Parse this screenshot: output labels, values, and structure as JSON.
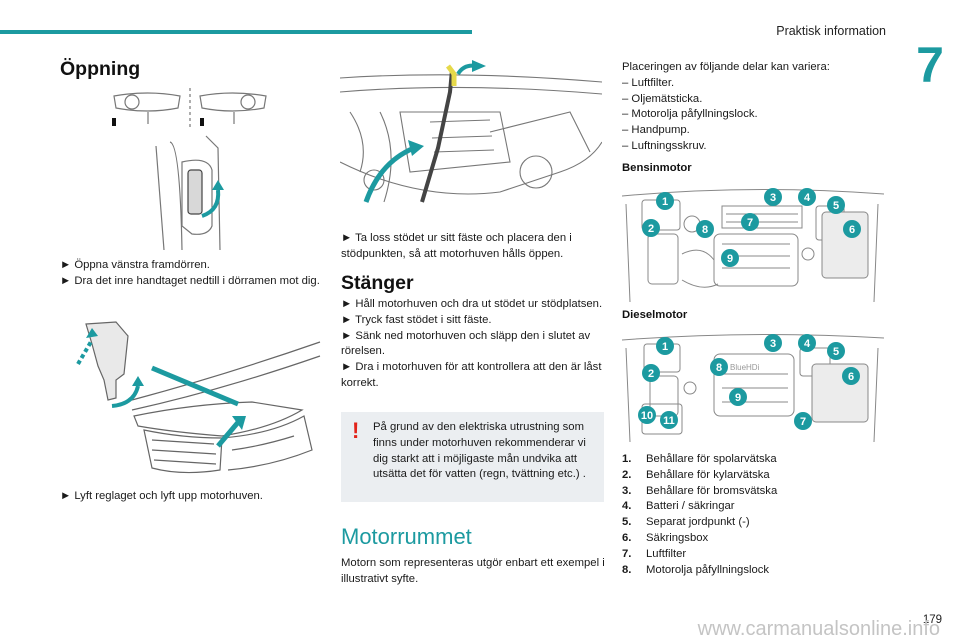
{
  "header": {
    "section_title": "Praktisk information",
    "chapter_number": "7",
    "page_number": "179",
    "watermark": "www.carmanualsonline.info"
  },
  "colors": {
    "accent": "#1c9aa0",
    "warning": "#e2231a",
    "note_bg": "#ebeef1"
  },
  "col1": {
    "heading": "Öppning",
    "step1": "► Öppna vänstra framdörren.",
    "step2": "► Dra det inre handtaget nedtill i dörramen mot dig.",
    "step3": "► Lyft reglaget och lyft upp motorhuven."
  },
  "col2": {
    "step1": "► Ta loss stödet ur sitt fäste och placera den i stödpunkten, så att motorhuven hålls öppen.",
    "closing_heading": "Stänger",
    "closing_steps": [
      "► Håll motorhuven och dra ut stödet ur stödplatsen.",
      "► Tryck fast stödet i sitt fäste.",
      "► Sänk ned motorhuven och släpp den i slutet av rörelsen.",
      "► Dra i motorhuven för att kontrollera att den är låst korrekt."
    ],
    "warning_mark": "!",
    "warning_text": "På grund av den elektriska utrustning som finns under motorhuven rekommenderar vi dig starkt att i möjligaste mån undvika att utsätta det för vatten (regn, tvättning etc.) .",
    "engine_heading": "Motorrummet",
    "engine_text": "Motorn som representeras utgör enbart ett exempel i illustrativt syfte."
  },
  "col3": {
    "intro": "Placeringen av följande delar kan variera:",
    "variable_parts": [
      "– Luftfilter.",
      "– Oljemätsticka.",
      "– Motorolja påfyllningslock.",
      "– Handpump.",
      "– Luftningsskruv."
    ],
    "petrol_heading": "Bensinmotor",
    "diesel_heading": "Dieselmotor",
    "diesel_badge": "BlueHDi",
    "parts": [
      {
        "num": "1.",
        "label": "Behållare för spolarvätska"
      },
      {
        "num": "2.",
        "label": "Behållare för kylarvätska"
      },
      {
        "num": "3.",
        "label": "Behållare för bromsvätska"
      },
      {
        "num": "4.",
        "label": "Batteri / säkringar"
      },
      {
        "num": "5.",
        "label": "Separat jordpunkt (-)"
      },
      {
        "num": "6.",
        "label": "Säkringsbox"
      },
      {
        "num": "7.",
        "label": "Luftfilter"
      },
      {
        "num": "8.",
        "label": "Motorolja påfyllningslock"
      }
    ],
    "petrol_callouts": [
      "1",
      "2",
      "3",
      "4",
      "5",
      "6",
      "7",
      "8",
      "9"
    ],
    "diesel_callouts": [
      "1",
      "2",
      "3",
      "4",
      "5",
      "6",
      "7",
      "8",
      "9",
      "10",
      "11"
    ]
  }
}
